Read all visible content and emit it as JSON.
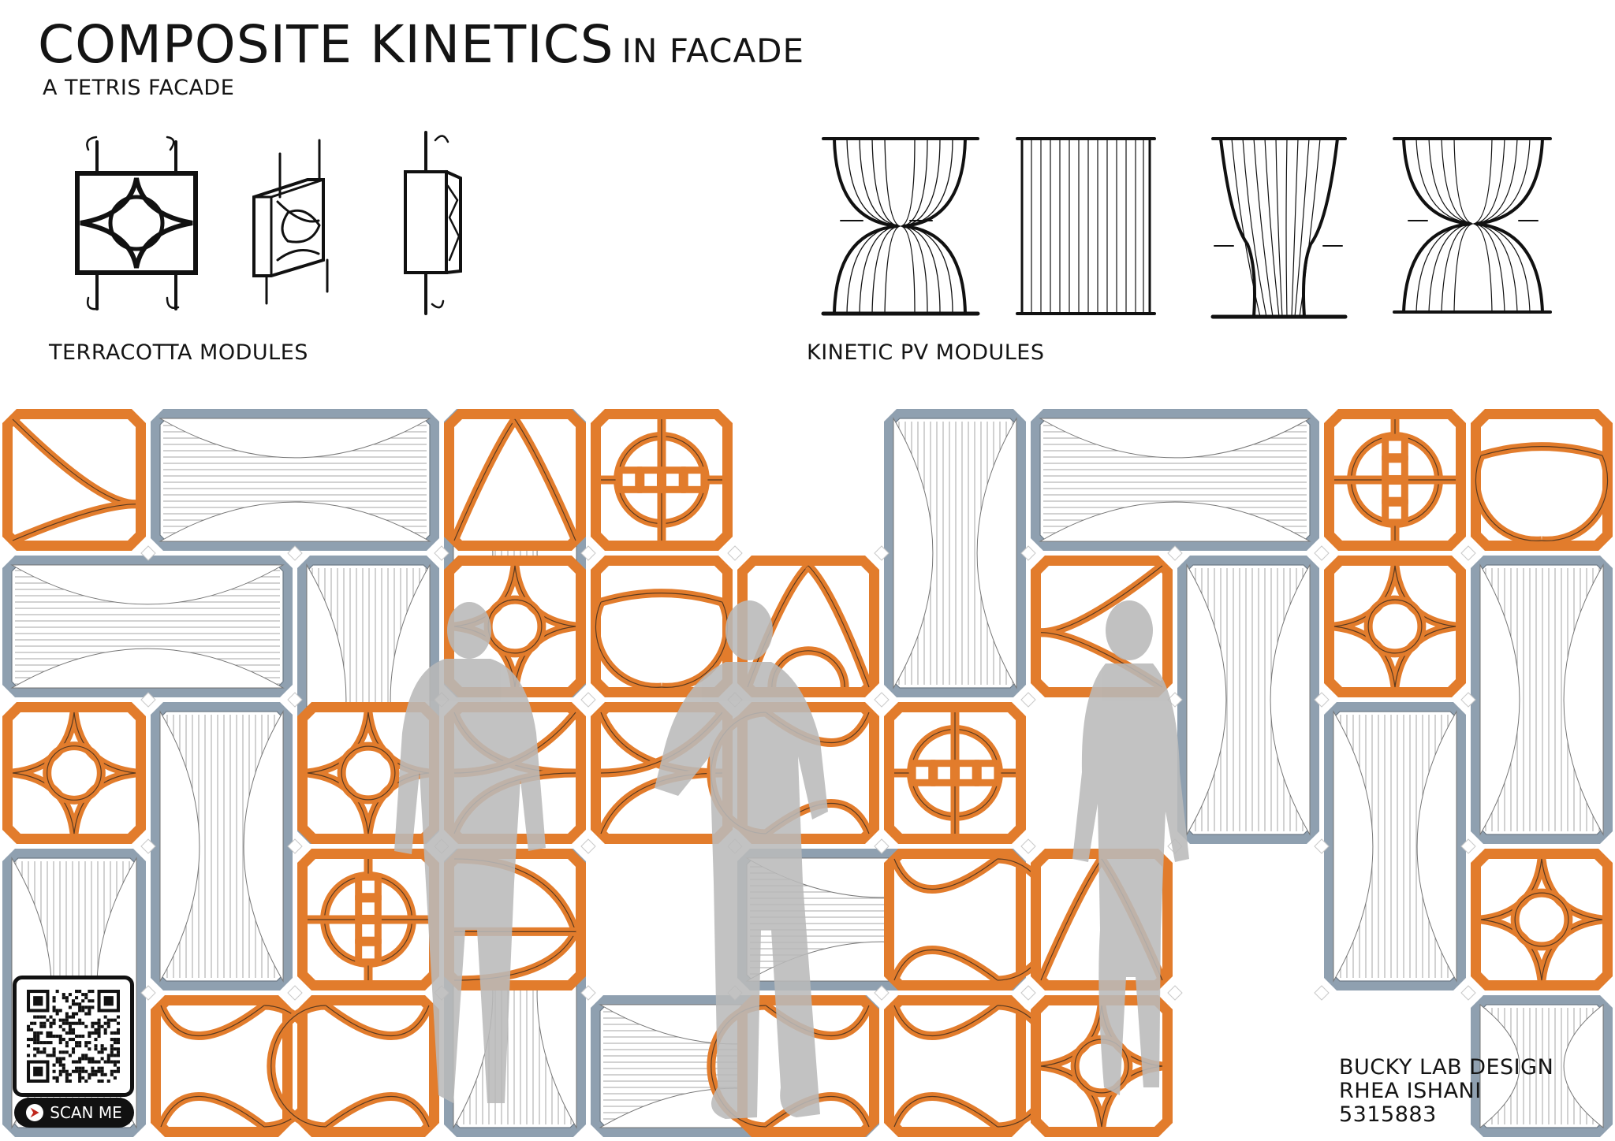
{
  "header": {
    "title_main": "COMPOSITE KINETICS",
    "title_suffix": "IN FACADE",
    "subtitle": "A TETRIS FACADE"
  },
  "sections": {
    "terracotta_label": "TERRACOTTA MODULES",
    "pv_label": "KINETIC PV MODULES"
  },
  "qr": {
    "scan_label": "SCAN ME",
    "icon": "pdf-icon"
  },
  "credits": {
    "line1": "BUCKY LAB DESIGN",
    "line2": "RHEA ISHANI",
    "line3": "5315883"
  },
  "colors": {
    "terracotta": "#E27C2C",
    "pv_frame": "#8FA0B0",
    "silhouette": "#B9B9B9",
    "ink": "#141414"
  }
}
